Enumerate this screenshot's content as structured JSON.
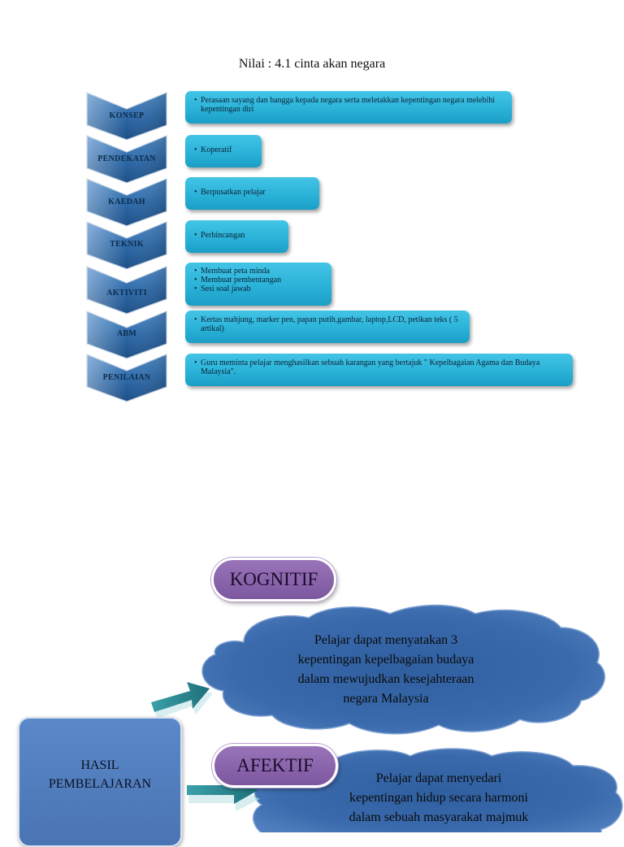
{
  "title": "Nilai : 4.1  cinta akan negara",
  "rows": [
    {
      "label": "KONSEP",
      "items": [
        "Perasaan sayang dan bangga kepada negara serta meletakkan kepentingan negara melebihi kepentingan diri"
      ]
    },
    {
      "label": "PENDEKATAN",
      "items": [
        "Koperatif"
      ]
    },
    {
      "label": "KAEDAH",
      "items": [
        "Berpusatkan  pelajar"
      ]
    },
    {
      "label": "TEKNIK",
      "items": [
        "Perbincangan"
      ]
    },
    {
      "label": "AKTIVITI",
      "items": [
        "Membuat peta minda",
        "Membuat pembentangan",
        "Sesi soal jawab"
      ]
    },
    {
      "label": "ABM",
      "items": [
        "Kertas mahjung, marker pen, papan putih,gambar, laptop,LCD, petikan teks ( 5 artikal)"
      ]
    },
    {
      "label": "PENILAIAN",
      "items": [
        "Guru  meminta pelajar menghasilkan sebuah karangan yang bertajuk \" Kepelbagaian Agama  dan Budaya Malaysia\"."
      ]
    }
  ],
  "diagram": {
    "hasil_line1": "HASIL",
    "hasil_line2": "PEMBELAJARAN",
    "kognitif": {
      "label": "KOGNITIF",
      "lines": [
        "Pelajar dapat menyatakan 3",
        "kepentingan kepelbagaian budaya",
        "dalam mewujudkan kesejahteraan",
        "negara Malaysia"
      ]
    },
    "afektif": {
      "label": "AFEKTIF",
      "lines": [
        "Pelajar  dapat menyedari",
        "kepentingan hidup secara harmoni",
        "dalam sebuah masyarakat majmuk"
      ]
    }
  },
  "colors": {
    "chevron": "#2d6aa8",
    "box": "#2ab2d8",
    "pill": "#8a64ac",
    "cloud": "#3e6aae",
    "hasil_box": "#4f7dbf",
    "arrow": "#2f8c96"
  }
}
